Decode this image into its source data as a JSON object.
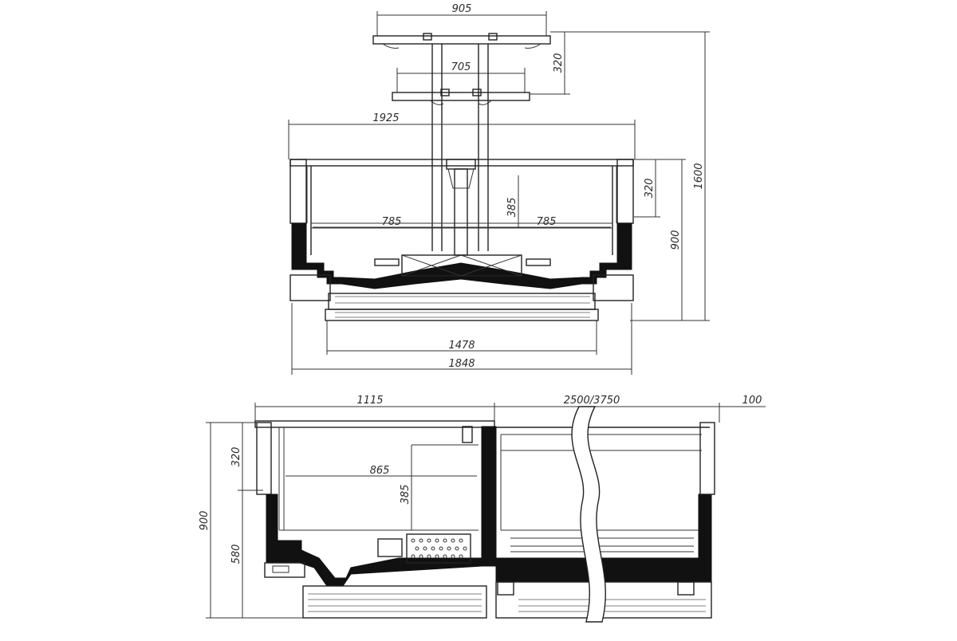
{
  "front_view": {
    "dims": {
      "top_canopy_width": "905",
      "lower_shelf_width": "705",
      "canopy_spacing": "320",
      "total_height": "1600",
      "top_width": "1925",
      "inner_left": "785",
      "inner_right": "785",
      "inner_depth": "385",
      "glass_height": "320",
      "body_height": "900",
      "base_width": "1478",
      "overall_width": "1848"
    }
  },
  "side_view": {
    "dims": {
      "depth": "1115",
      "length": "2500/3750",
      "end_gap": "100",
      "glass_height": "320",
      "body_height": "900",
      "lower_height": "580",
      "inner_width": "865",
      "inner_depth": "385"
    }
  }
}
